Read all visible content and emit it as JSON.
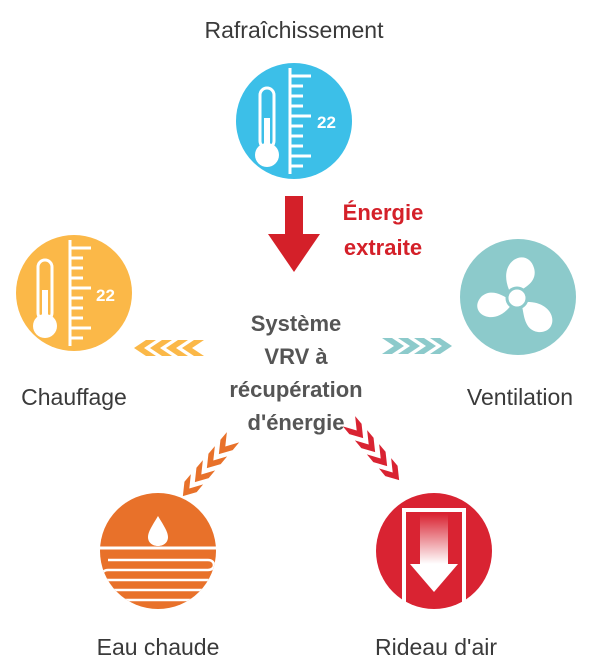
{
  "labels": {
    "cooling": "Rafraîchissement",
    "heating": "Chauffage",
    "ventilation": "Ventilation",
    "hot_water": "Eau chaude",
    "air_curtain": "Rideau d'air",
    "energy_line1": "Énergie",
    "energy_line2": "extraite",
    "center_line1": "Système",
    "center_line2": "VRV à",
    "center_line3": "récupération",
    "center_line4": "d'énergie"
  },
  "thermometer_value": "22",
  "colors": {
    "cooling": "#3cbfe8",
    "heating": "#fbb848",
    "ventilation": "#8ccacb",
    "hot_water": "#e8712a",
    "air_curtain": "#d92332",
    "energy_text": "#d42029",
    "center_text": "#555555",
    "label_text": "#3a3a3a"
  },
  "icons": {
    "cooling": "thermometer-icon",
    "heating": "thermometer-icon",
    "ventilation": "fan-icon",
    "hot_water": "water-drop-icon",
    "air_curtain": "door-arrow-icon"
  }
}
